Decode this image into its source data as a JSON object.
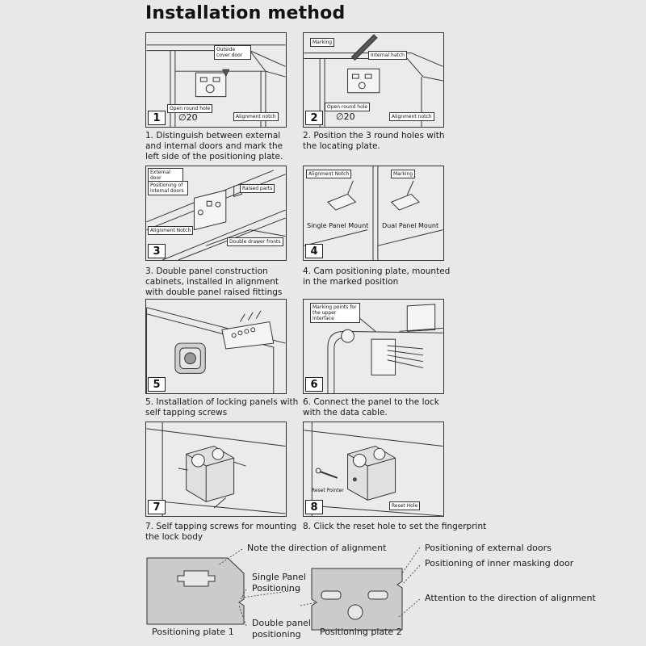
{
  "title": "Installation method",
  "steps": [
    {
      "number": "1",
      "caption": "1. Distinguish between external and internal doors and mark the left side of the positioning plate.",
      "labels": [
        "Outside cover door",
        "Open round hole",
        "Alignment notch"
      ],
      "dimension": "∅20"
    },
    {
      "number": "2",
      "caption": "2. Position the 3 round holes with the locating plate.",
      "labels": [
        "Marking",
        "Internal hatch",
        "Open round hole",
        "Alignment notch"
      ],
      "dimension": "∅20"
    },
    {
      "number": "3",
      "caption": "3. Double panel construction cabinets, installed in alignment with double panel raised fittings",
      "labels": [
        "External door positioning",
        "Positioning of internal doors",
        "Raised parts",
        "Alignment Notch",
        "Double drawer fronts"
      ]
    },
    {
      "number": "4",
      "caption": "4. Cam positioning plate, mounted in the marked position",
      "labels": [
        "Alignment Notch",
        "Marking",
        "Single Panel Mount",
        "Dual Panel Mount"
      ]
    },
    {
      "number": "5",
      "caption": "5. Installation of locking panels with self tapping screws",
      "labels": []
    },
    {
      "number": "6",
      "caption": "6. Connect the panel to the lock with the data cable.",
      "labels": [
        "Marking points for the upper interface"
      ]
    },
    {
      "number": "7",
      "caption": "7. Self tapping screws for mounting the lock body",
      "labels": []
    },
    {
      "number": "8",
      "caption": "8. Click the reset hole to set the fingerprint",
      "labels": [
        "Reset Pointer",
        "Reset Hole"
      ]
    }
  ],
  "bottom": {
    "note_direction": "Note the direction of alignment",
    "single_panel": "Single Panel Positioning",
    "double_panel": "Double panel positioning",
    "plate1": "Positioning plate 1",
    "plate2": "Positioning plate 2",
    "external_doors": "Positioning of external doors",
    "inner_door": "Positioning of inner masking door",
    "attention": "Attention to the direction of alignment"
  },
  "colors": {
    "background": "#e7e8e8",
    "plate": "#cbcbcb",
    "line": "#333333"
  }
}
